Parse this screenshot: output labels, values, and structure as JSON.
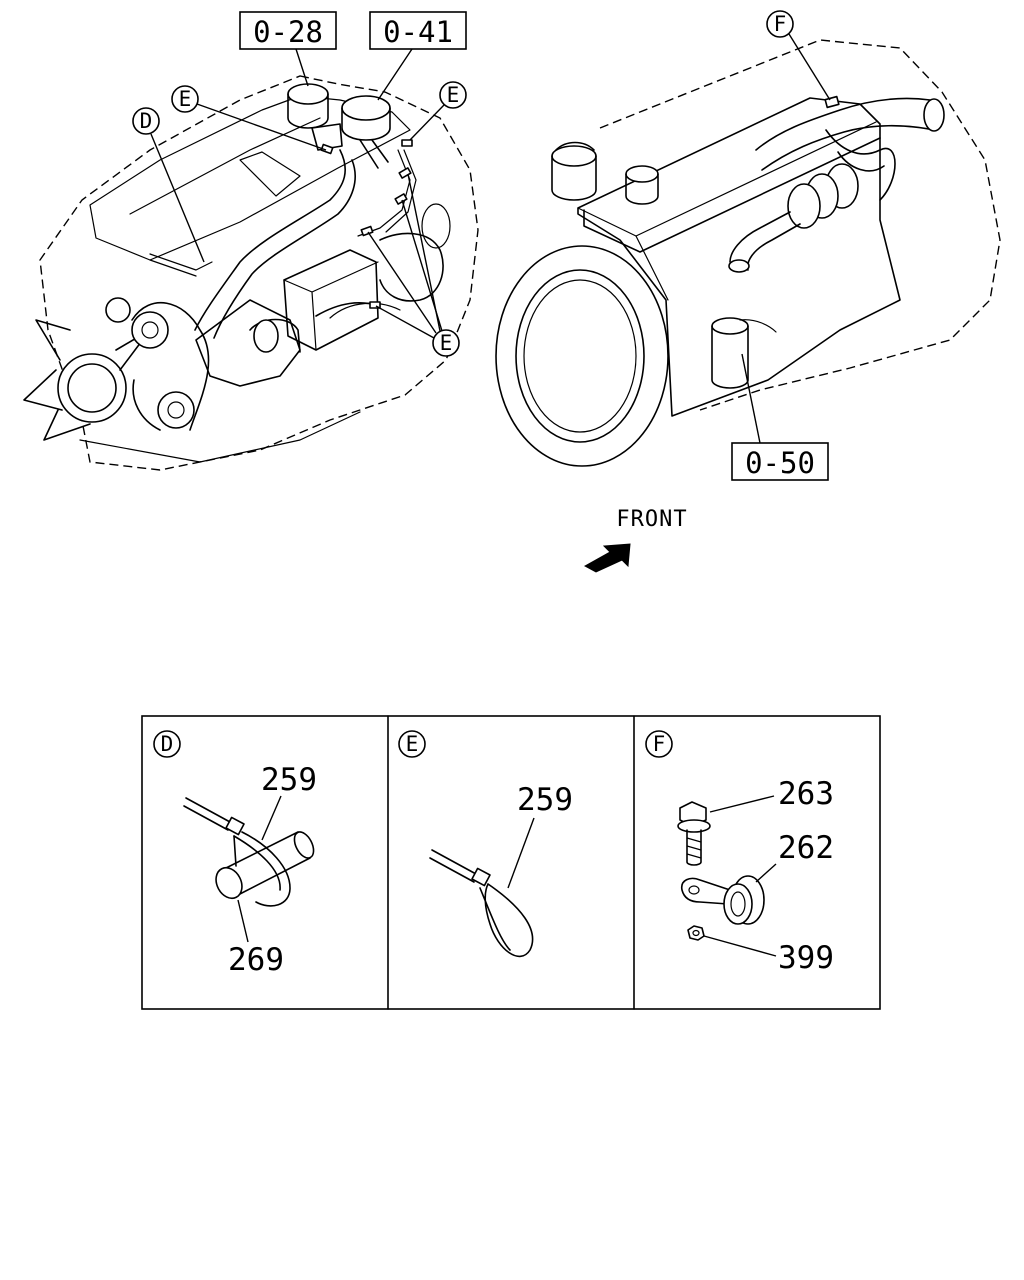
{
  "refs": {
    "r028": "0-28",
    "r041": "0-41",
    "r050": "0-50"
  },
  "callouts": {
    "d": "D",
    "e": "E",
    "f": "F"
  },
  "front_label": "FRONT",
  "panels": {
    "d": {
      "letter": "D",
      "parts": [
        "259",
        "269"
      ]
    },
    "e": {
      "letter": "E",
      "parts": [
        "259"
      ]
    },
    "f": {
      "letter": "F",
      "parts": [
        "263",
        "262",
        "399"
      ]
    }
  },
  "colors": {
    "ink": "#000000",
    "paper": "#ffffff"
  }
}
